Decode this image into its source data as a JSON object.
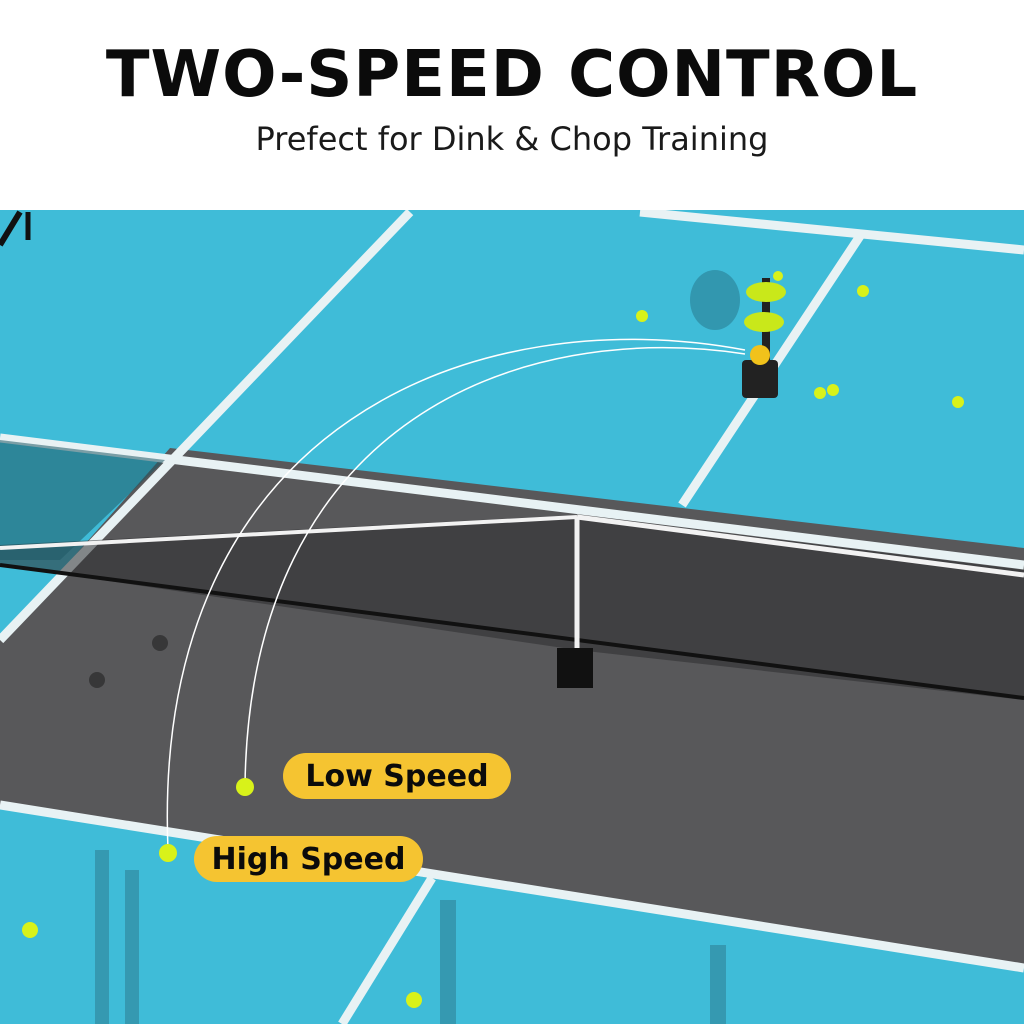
{
  "header": {
    "title": "TWO-SPEED CONTROL",
    "subtitle": "Prefect for Dink & Chop Training"
  },
  "labels": {
    "low_speed": "Low Speed",
    "high_speed": "High Speed"
  },
  "colors": {
    "court_blue": "#3fbcd8",
    "kitchen_gray": "#58585a",
    "label_yellow": "#f5c431",
    "ball_green": "#d8f21a"
  }
}
